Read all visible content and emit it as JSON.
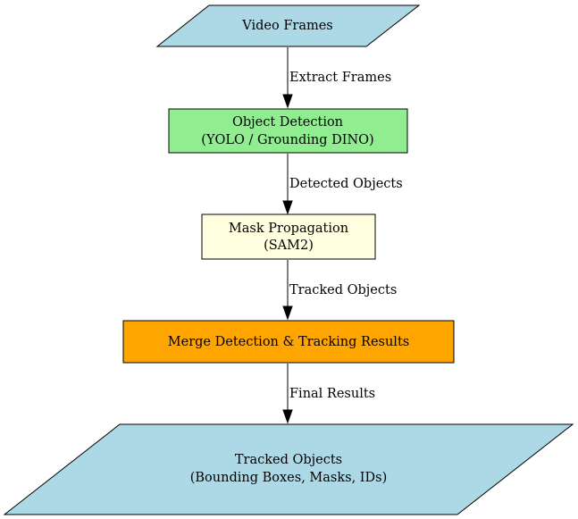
{
  "nodes": {
    "video_frames": {
      "lines": [
        "Video Frames"
      ],
      "shape": "parallelogram",
      "fill": "#add8e6"
    },
    "object_detection": {
      "lines": [
        "Object Detection",
        "(YOLO / Grounding DINO)"
      ],
      "shape": "rectangle",
      "fill": "#90ee90"
    },
    "mask_propagation": {
      "lines": [
        "Mask Propagation",
        "(SAM2)"
      ],
      "shape": "rectangle",
      "fill": "#ffffe0"
    },
    "merge_results": {
      "lines": [
        "Merge Detection & Tracking Results"
      ],
      "shape": "rectangle",
      "fill": "#ffa500"
    },
    "tracked_objects": {
      "lines": [
        "Tracked Objects",
        "(Bounding Boxes, Masks, IDs)"
      ],
      "shape": "parallelogram",
      "fill": "#add8e6"
    }
  },
  "edges": {
    "extract_frames": {
      "from": "video_frames",
      "to": "object_detection",
      "label": "Extract Frames"
    },
    "detected_objects": {
      "from": "object_detection",
      "to": "mask_propagation",
      "label": "Detected Objects"
    },
    "tracked_objects": {
      "from": "mask_propagation",
      "to": "merge_results",
      "label": "Tracked Objects"
    },
    "final_results": {
      "from": "merge_results",
      "to": "tracked_objects",
      "label": "Final Results"
    }
  }
}
